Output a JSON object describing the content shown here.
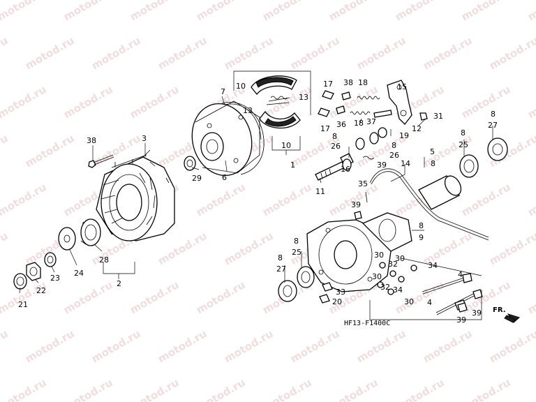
{
  "diagram": {
    "watermark": "motod.ru",
    "code": "HF13-F1400C",
    "direction": "FR.",
    "labels": {
      "l1": "1",
      "l2": "2",
      "l3": "3",
      "l4a": "4",
      "l4b": "4",
      "l5": "5",
      "l6": "6",
      "l7": "7",
      "l8a": "8",
      "l8b": "8",
      "l8c": "8",
      "l8d": "8",
      "l8e": "8",
      "l8f": "8",
      "l8g": "8",
      "l8h": "8",
      "l9": "9",
      "l10a": "10",
      "l10b": "10",
      "l11": "11",
      "l12": "12",
      "l13a": "13",
      "l13b": "13",
      "l14": "14",
      "l16": "16",
      "l17a": "17",
      "l17b": "17",
      "l18a": "18",
      "l18b": "18",
      "l19": "19",
      "l20": "20",
      "l21": "21",
      "l22": "22",
      "l23": "23",
      "l24": "24",
      "l25a": "25",
      "l25b": "25",
      "l26a": "26",
      "l26b": "26",
      "l27a": "27",
      "l27b": "27",
      "l28": "28",
      "l29": "29",
      "l30a": "30",
      "l30b": "30",
      "l30c": "30",
      "l30d": "30",
      "l31": "31",
      "l32a": "32",
      "l32b": "32",
      "l33": "33",
      "l34a": "34",
      "l34b": "34",
      "l35": "35",
      "l36": "36",
      "l37": "37",
      "l38a": "38",
      "l38b": "38",
      "l39a": "39",
      "l39b": "39",
      "l39c": "39",
      "l39d": "39"
    }
  }
}
